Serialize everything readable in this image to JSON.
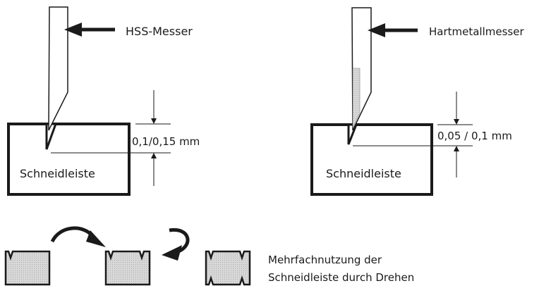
{
  "left": {
    "blade_label": "HSS-Messer",
    "block_label": "Schneidleiste",
    "dimension": "0,1/0,15 mm"
  },
  "right": {
    "blade_label": "Hartmetallmesser",
    "block_label": "Schneidleiste",
    "dimension": "0,05 / 0,1 mm"
  },
  "bottom": {
    "caption_line1": "Mehrfachnutzung der",
    "caption_line2": "Schneidleiste durch Drehen"
  }
}
